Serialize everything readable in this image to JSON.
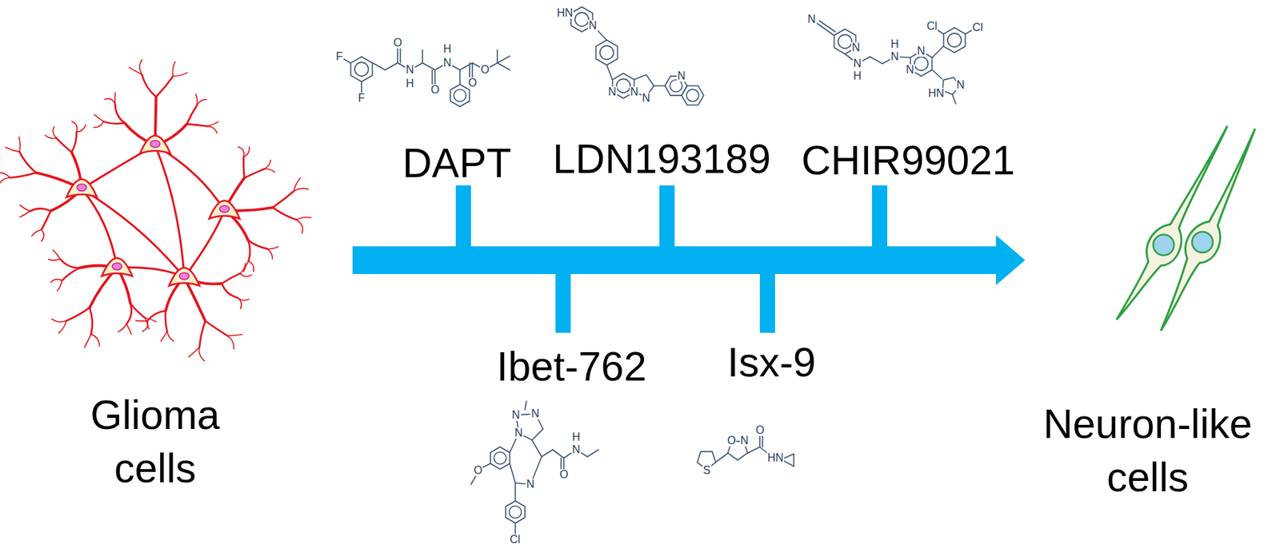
{
  "diagram": {
    "labels": [
      "Glioma cells",
      "F",
      "F",
      "O",
      "N",
      "H",
      "O",
      "N",
      "H",
      "O",
      "O",
      "DAPT",
      "HN",
      "N",
      "N",
      "N",
      "N",
      "N",
      "LDN193189",
      "N",
      "N",
      "N",
      "H",
      "N",
      "H",
      "N",
      "N",
      "Cl",
      "Cl",
      "N",
      "HN",
      "CHIR99021",
      "Ibet-762",
      "N",
      "N",
      "N",
      "H",
      "N",
      "O",
      "O",
      "N",
      "Cl",
      "Isx-9",
      "O",
      "N",
      "O",
      "S",
      "HN",
      "Neuron-like cells"
    ]
  }
}
